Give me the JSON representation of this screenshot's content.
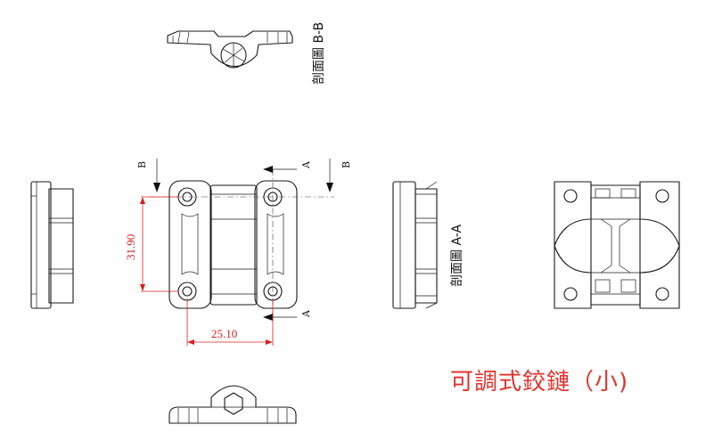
{
  "title": "可調式鉸鏈（小)",
  "section_bb_label": "剖面圖 B-B",
  "section_aa_label": "剖面圖 A-A",
  "cut_b": "B",
  "cut_a": "A",
  "dim_vertical": "31.90",
  "dim_horizontal": "25.10",
  "colors": {
    "title": "#e2322e",
    "dimension": "#d62020",
    "line": "#1a1a1a"
  }
}
